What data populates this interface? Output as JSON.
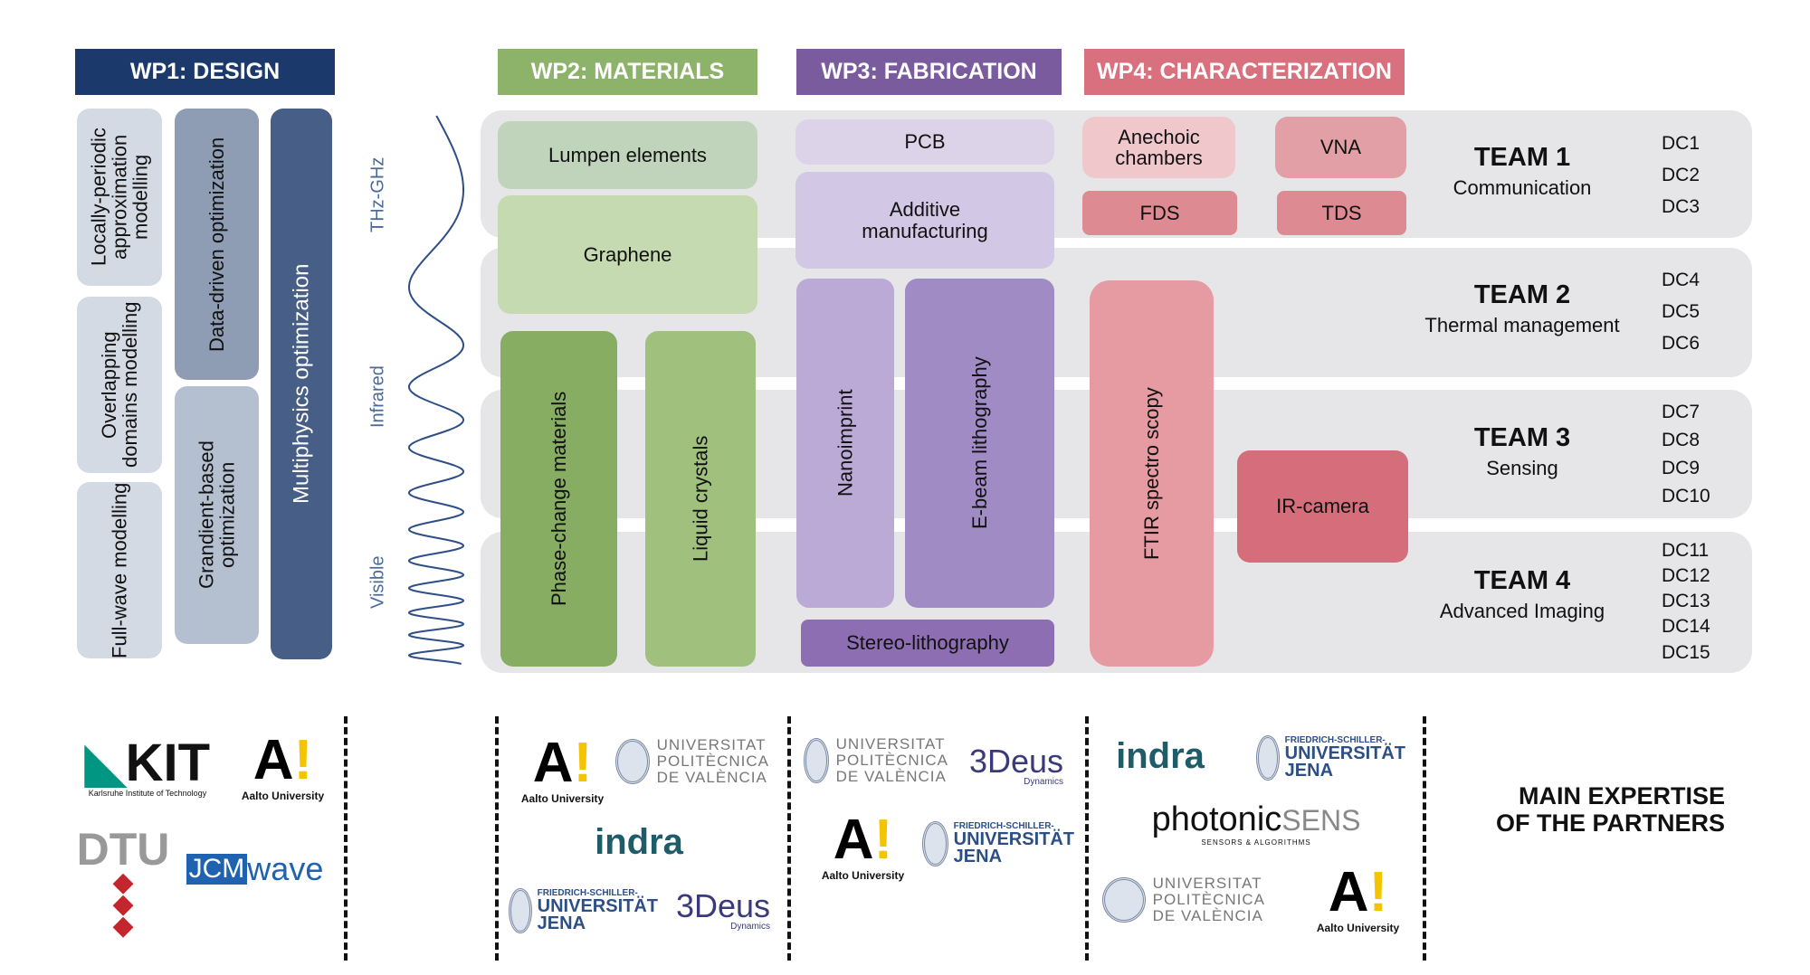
{
  "work_packages": [
    {
      "label": "WP1: DESIGN",
      "color": "#1b3a6b"
    },
    {
      "label": "WP2: MATERIALS",
      "color": "#8db26a"
    },
    {
      "label": "WP3: FABRICATION",
      "color": "#7a5c9e"
    },
    {
      "label": "WP4: CHARACTERIZATION",
      "color": "#d9707e"
    }
  ],
  "wp1": {
    "locally": "Locally-periodic approximation modelling",
    "overlapping": "Overlapping domains modelling",
    "fullwave": "Full-wave modelling",
    "datadriven": "Data-driven optimization",
    "gradient": "Grandient-based optimization",
    "multiphysics": "Multiphysics optimization"
  },
  "spectrum": {
    "thz": "THz-GHz",
    "infrared": "Infrared",
    "visible": "Visible"
  },
  "wp2": {
    "lumpen": "Lumpen elements",
    "graphene": "Graphene",
    "phase": "Phase-change materials",
    "liquid": "Liquid crystals"
  },
  "wp3": {
    "pcb": "PCB",
    "additive": "Additive manufacturing",
    "nano": "Nanoimprint",
    "ebeam": "E-beam lithography",
    "stereo": "Stereo-lithography"
  },
  "wp4": {
    "anechoic": "Anechoic chambers",
    "vna": "VNA",
    "fds": "FDS",
    "tds": "TDS",
    "ftir": "FTIR spectro scopy",
    "ir": "IR-camera"
  },
  "teams": [
    {
      "title": "TEAM 1",
      "subtitle": "Communication",
      "dcs": [
        "DC1",
        "DC2",
        "DC3"
      ]
    },
    {
      "title": "TEAM 2",
      "subtitle": "Thermal management",
      "dcs": [
        "DC4",
        "DC5",
        "DC6"
      ]
    },
    {
      "title": "TEAM 3",
      "subtitle": "Sensing",
      "dcs": [
        "DC7",
        "DC8",
        "DC9",
        "DC10"
      ]
    },
    {
      "title": "TEAM 4",
      "subtitle": "Advanced Imaging",
      "dcs": [
        "DC11",
        "DC12",
        "DC13",
        "DC14",
        "DC15"
      ]
    }
  ],
  "logos": {
    "kit": "KIT",
    "kit_sub": "Karlsruhe Institute of Technology",
    "aalto_mark": "A",
    "aalto_bang": "!",
    "aalto": "Aalto University",
    "dtu": "DTU",
    "jcm": "JCM",
    "wave": "wave",
    "upv": [
      "UNIVERSITAT",
      "POLITÈCNICA",
      "DE VALÈNCIA"
    ],
    "indra": "indra",
    "jena": [
      "FRIEDRICH-SCHILLER-",
      "UNIVERSITÄT",
      "JENA"
    ],
    "deus": "3Deus",
    "deus_sub": "Dynamics",
    "photonic": "photonic",
    "sens": "SENS",
    "photonic_sub": "SENSORS & ALGORITHMS"
  },
  "footer": {
    "line1": "MAIN EXPERTISE",
    "line2": "OF THE PARTNERS"
  }
}
